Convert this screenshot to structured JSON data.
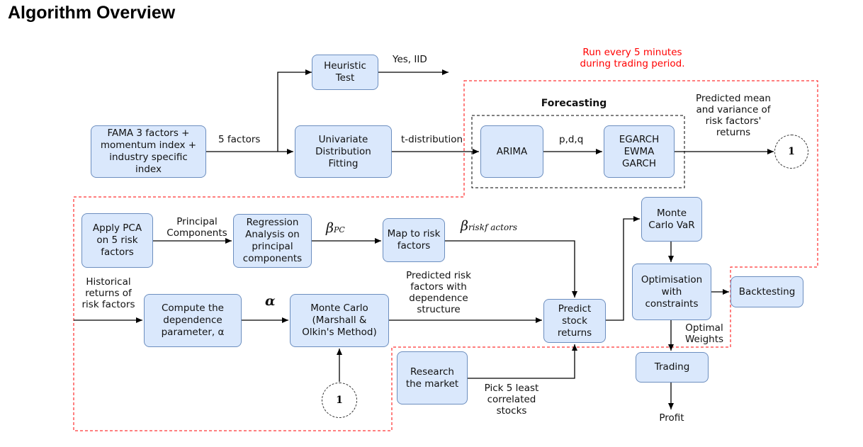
{
  "page": {
    "title": "Algorithm Overview"
  },
  "annotations": {
    "run_note": "Run every 5 minutes\nduring trading period.",
    "forecasting": "Forecasting"
  },
  "boxes": {
    "heuristic": "Heuristic\nTest",
    "fama": "FAMA 3 factors +\nmomentum index +\nindustry specific\nindex",
    "univariate": "Univariate\nDistribution\nFitting",
    "arima": "ARIMA",
    "egarch": "EGARCH\nEWMA\nGARCH",
    "pca": "Apply PCA\non 5 risk\nfactors",
    "regression": "Regression\nAnalysis on\nprincipal\ncomponents",
    "map": "Map to risk\nfactors",
    "mc_var": "Monte\nCarlo VaR",
    "optimisation": "Optimisation\nwith\nconstraints",
    "backtesting": "Backtesting",
    "compute": "Compute the\ndependence\nparameter, α",
    "monte_carlo": "Monte Carlo\n(Marshall &\nOlkin's Method)",
    "predict": "Predict\nstock\nreturns",
    "research": "Research\nthe market",
    "trading": "Trading"
  },
  "edge_labels": {
    "yes_iid": "Yes, IID",
    "five_factors": "5 factors",
    "t_distribution": "t-distribution",
    "pdq": "p,d,q",
    "predicted_mean": "Predicted mean\nand variance of\nrisk factors'\nreturns",
    "principal_components": "Principal\nComponents",
    "beta_pc": "β",
    "beta_pc_sub": "PC",
    "beta_rf": "β",
    "beta_rf_sub": "riskf actors",
    "historical": "Historical\nreturns of\nrisk factors",
    "alpha": "α",
    "predicted_risk": "Predicted risk\nfactors with\ndependence\nstructure",
    "optimal_weights": "Optimal\nWeights",
    "pick_5": "Pick 5 least\ncorrelated\nstocks",
    "profit": "Profit"
  },
  "connectors": {
    "circle_a": "1",
    "circle_b": "1"
  },
  "colors": {
    "box_fill": "#dae8fc",
    "box_border": "#6c8ebf",
    "region_border": "#ff0000",
    "note_text": "#ff0000"
  }
}
